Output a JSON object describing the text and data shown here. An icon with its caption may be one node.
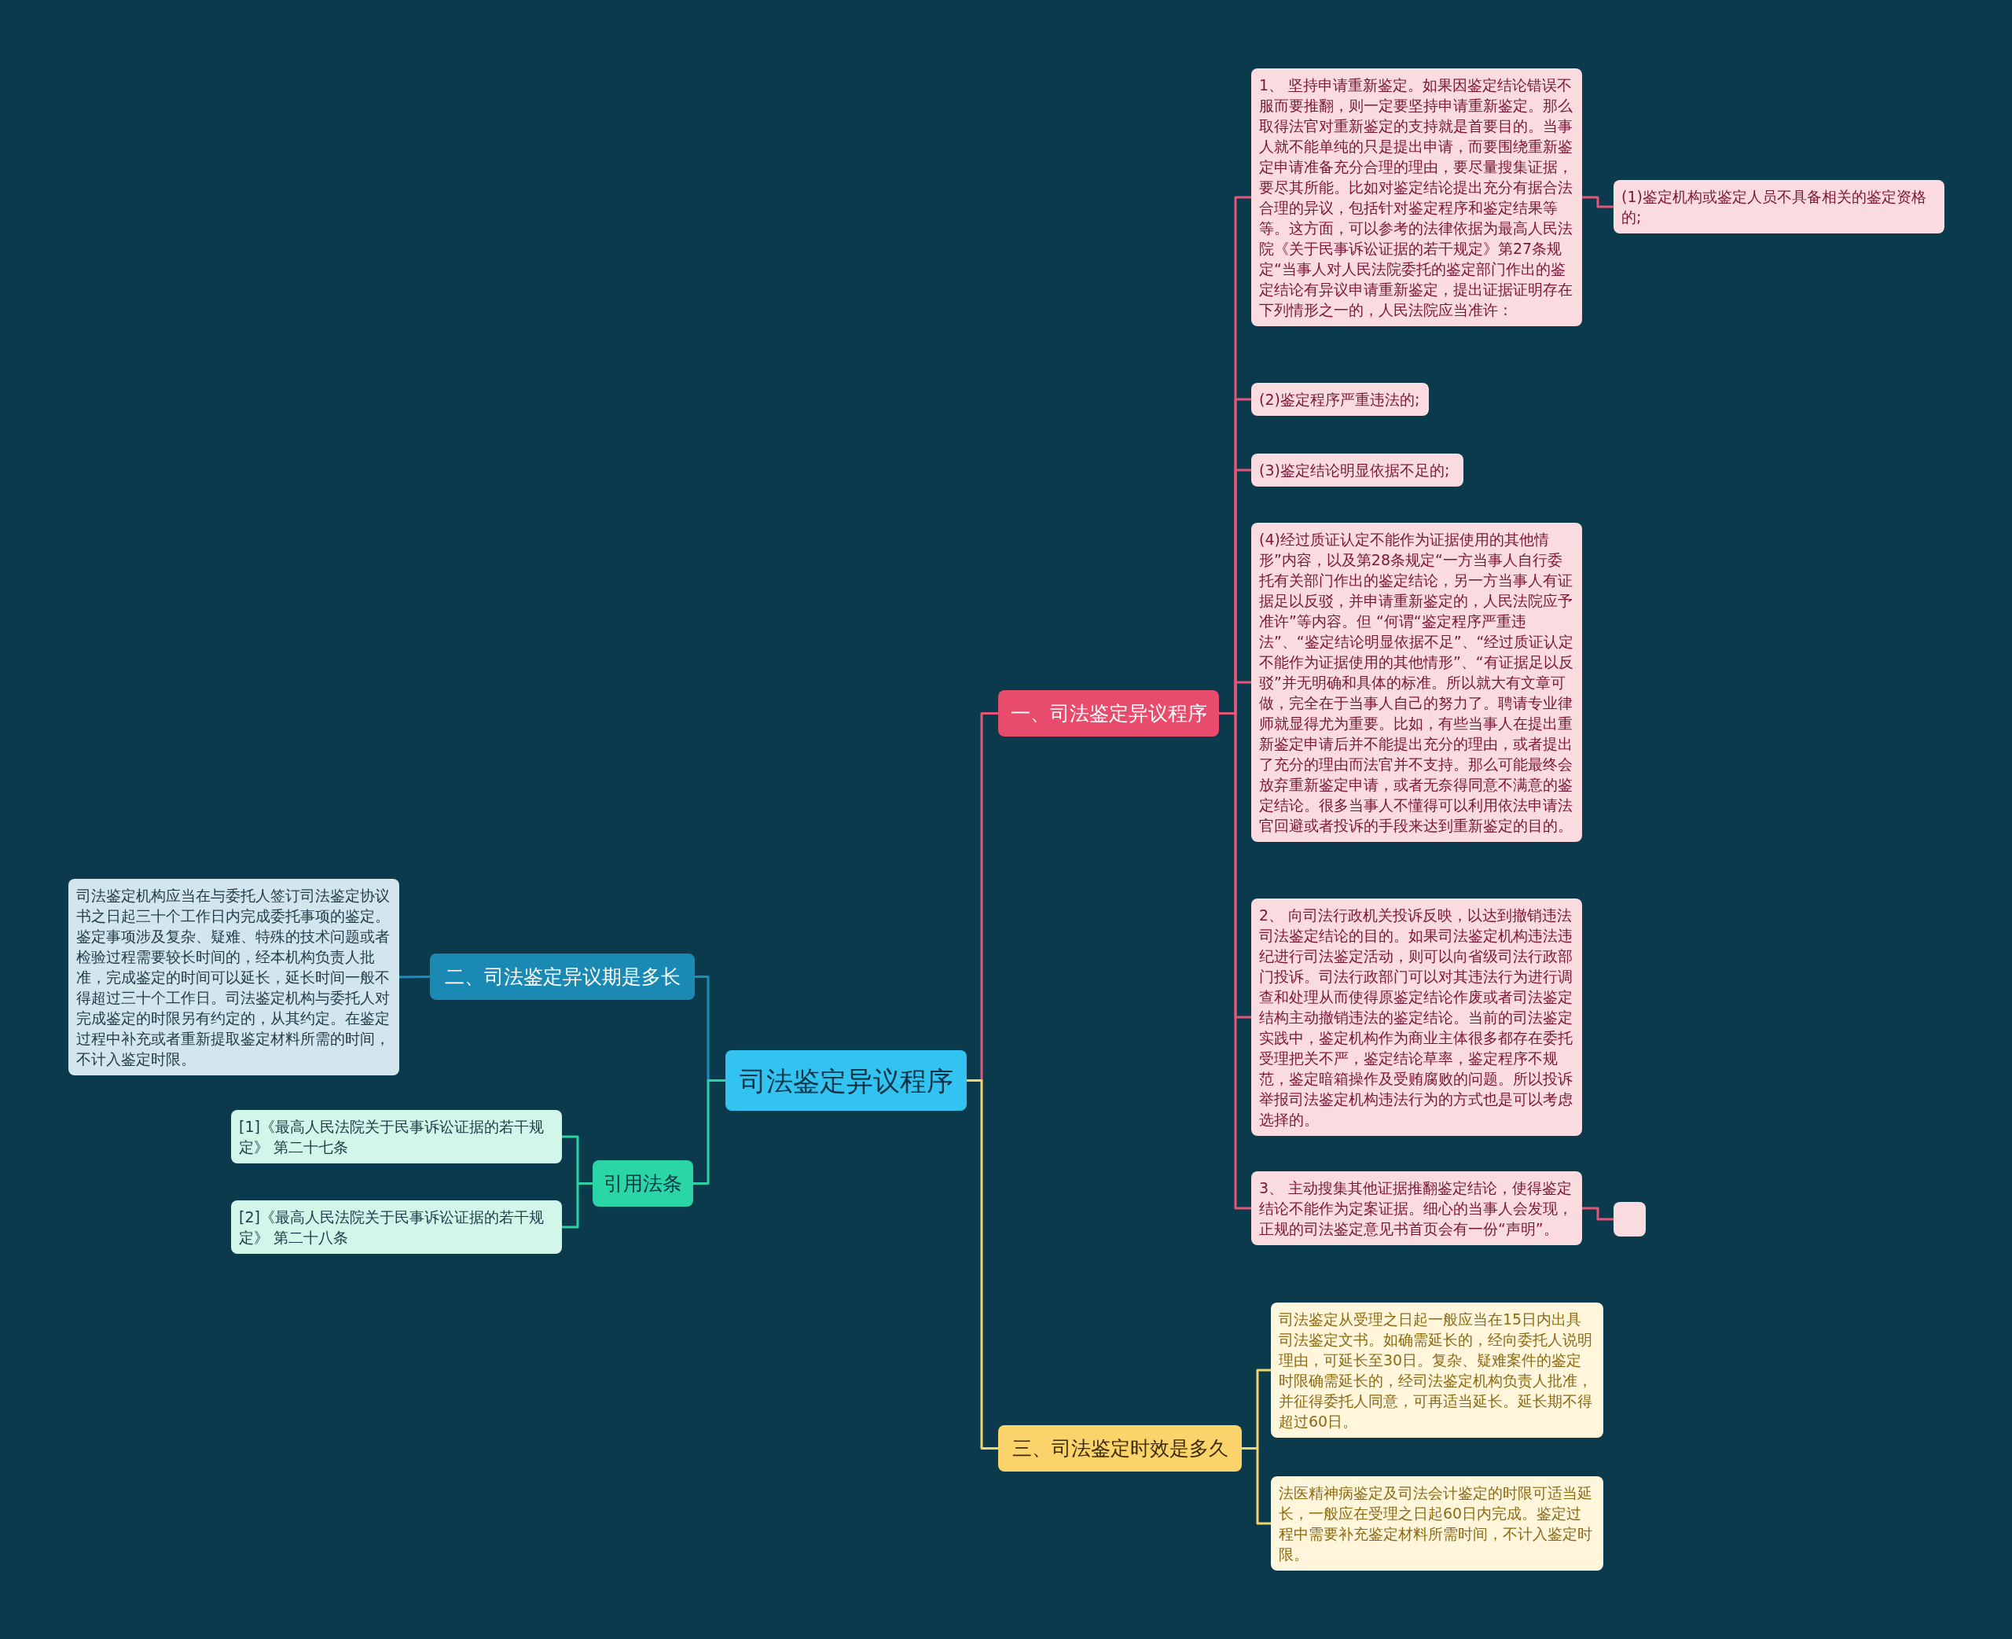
{
  "diagram": {
    "nodes": [
      {
        "text": [
          "司法鉴定异议程序"
        ]
      },
      {
        "text": [
          "一、司法鉴定异议程序"
        ]
      },
      {
        "text": [
          "1、 坚持申请重新鉴定。如果因鉴定结论错误不服而要推翻，则一定要坚持申请重新鉴定。那么取得法官对重新鉴定的支持就是首要目的。当事人就不能单纯的只是提出申请，而要围绕重新鉴定申请准备充分合理的理由，要尽量搜集证据，要尽其所能。比如对鉴定结论提出充分有据合法合理的异议，包括针对鉴定程序和鉴定结果等等。这方面，可以参考的法律依据为最高人民法院《关于民事诉讼证据的若干规定》第27条规定“当事人对人民法院委托的鉴定部门作出的鉴定结论有异议申请重新鉴定，提出证据证明存在下列情形之一的，人民法院应当准许："
        ]
      },
      {
        "text": [
          "(1)鉴定机构或鉴定人员不具备相关的鉴定资格的;"
        ]
      },
      {
        "text": [
          "(2)鉴定程序严重违法的;"
        ]
      },
      {
        "text": [
          "(3)鉴定结论明显依据不足的;"
        ]
      },
      {
        "text": [
          "(4)经过质证认定不能作为证据使用的其他情形”内容，以及第28条规定“一方当事人自行委托有关部门作出的鉴定结论，另一方当事人有证据足以反驳，并申请重新鉴定的，人民法院应予准许”等内容。但 “何谓“鉴定程序严重违法”、“鉴定结论明显依据不足”、“经过质证认定不能作为证据使用的其他情形”、“有证据足以反驳”并无明确和具体的标准。所以就大有文章可做，完全在于当事人自己的努力了。聘请专业律师就显得尤为重要。比如，有些当事人在提出重新鉴定申请后并不能提出充分的理由，或者提出了充分的理由而法官并不支持。那么可能最终会放弃重新鉴定申请，或者无奈得同意不满意的鉴定结论。很多当事人不懂得可以利用依法申请法官回避或者投诉的手段来达到重新鉴定的目的。"
        ]
      },
      {
        "text": [
          "2、 向司法行政机关投诉反映，以达到撤销违法司法鉴定结论的目的。如果司法鉴定机构违法违纪进行司法鉴定活动，则可以向省级司法行政部门投诉。司法行政部门可以对其违法行为进行调查和处理从而使得原鉴定结论作废或者司法鉴定结构主动撤销违法的鉴定结论。当前的司法鉴定实践中，鉴定机构作为商业主体很多都存在委托受理把关不严，鉴定结论草率，鉴定程序不规范，鉴定暗箱操作及受贿腐败的问题。所以投诉举报司法鉴定机构违法行为的方式也是可以考虑选择的。"
        ]
      },
      {
        "text": [
          "3、 主动搜集其他证据推翻鉴定结论，使得鉴定结论不能作为定案证据。细心的当事人会发现，正规的司法鉴定意见书首页会有一份“声明”。"
        ]
      },
      {
        "text": [],
        "shape": "box"
      },
      {
        "text": [
          "三、司法鉴定时效是多久"
        ]
      },
      {
        "text": [
          "司法鉴定从受理之日起一般应当在15日内出具司法鉴定文书。如确需延长的，经向委托人说明理由，可延长至30日。复杂、疑难案件的鉴定时限确需延长的，经司法鉴定机构负责人批准，并征得委托人同意，可再适当延长。延长期不得超过60日。"
        ]
      },
      {
        "text": [
          "法医精神病鉴定及司法会计鉴定的时限可适当延长，一般应在受理之日起60日内完成。鉴定过程中需要补充鉴定材料所需时间，不计入鉴定时限。"
        ]
      },
      {
        "text": [
          "二、司法鉴定异议期是多长"
        ]
      },
      {
        "text": [
          "司法鉴定机构应当在与委托人签订司法鉴定协议书之日起三十个工作日内完成委托事项的鉴定。鉴定事项涉及复杂、疑难、特殊的技术问题或者检验过程需要较长时间的，经本机构负责人批准，完成鉴定的时间可以延长，延长时间一般不得超过三十个工作日。司法鉴定机构与委托人对完成鉴定的时限另有约定的，从其约定。在鉴定过程中补充或者重新提取鉴定材料所需的时间，不计入鉴定时限。"
        ]
      },
      {
        "text": [
          "引用法条"
        ]
      },
      {
        "text": [
          "[1]《最高人民法院关于民事诉讼证据的若干规定》 第二十七条"
        ]
      },
      {
        "text": [
          "[2]《最高人民法院关于民事诉讼证据的若干规定》 第二十八条"
        ]
      }
    ],
    "edges": [
      {
        "from": 0,
        "to": 1,
        "arrow": "none"
      },
      {
        "from": 1,
        "to": 2,
        "arrow": "none"
      },
      {
        "from": 2,
        "to": 3,
        "arrow": "none"
      },
      {
        "from": 1,
        "to": 4,
        "arrow": "none"
      },
      {
        "from": 1,
        "to": 5,
        "arrow": "none"
      },
      {
        "from": 1,
        "to": 6,
        "arrow": "none"
      },
      {
        "from": 1,
        "to": 7,
        "arrow": "none"
      },
      {
        "from": 1,
        "to": 8,
        "arrow": "none"
      },
      {
        "from": 8,
        "to": 9,
        "arrow": "none"
      },
      {
        "from": 0,
        "to": 10,
        "arrow": "none",
        "color": "#f3d36e"
      },
      {
        "from": 10,
        "to": 11,
        "arrow": "none",
        "color": "#f3d36e"
      },
      {
        "from": 10,
        "to": 12,
        "arrow": "none",
        "color": "#f3d36e"
      },
      {
        "from": 0,
        "to": 13,
        "arrow": "none",
        "color": "#1b8db8"
      },
      {
        "from": 13,
        "to": 14,
        "arrow": "none",
        "color": "#1b8db8"
      },
      {
        "from": 0,
        "to": 15,
        "arrow": "none",
        "color": "#2bd3a4"
      },
      {
        "from": 15,
        "to": 16,
        "arrow": "none",
        "color": "#2bd3a4"
      },
      {
        "from": 15,
        "to": 17,
        "arrow": "none",
        "color": "#2bd3a4"
      }
    ]
  }
}
